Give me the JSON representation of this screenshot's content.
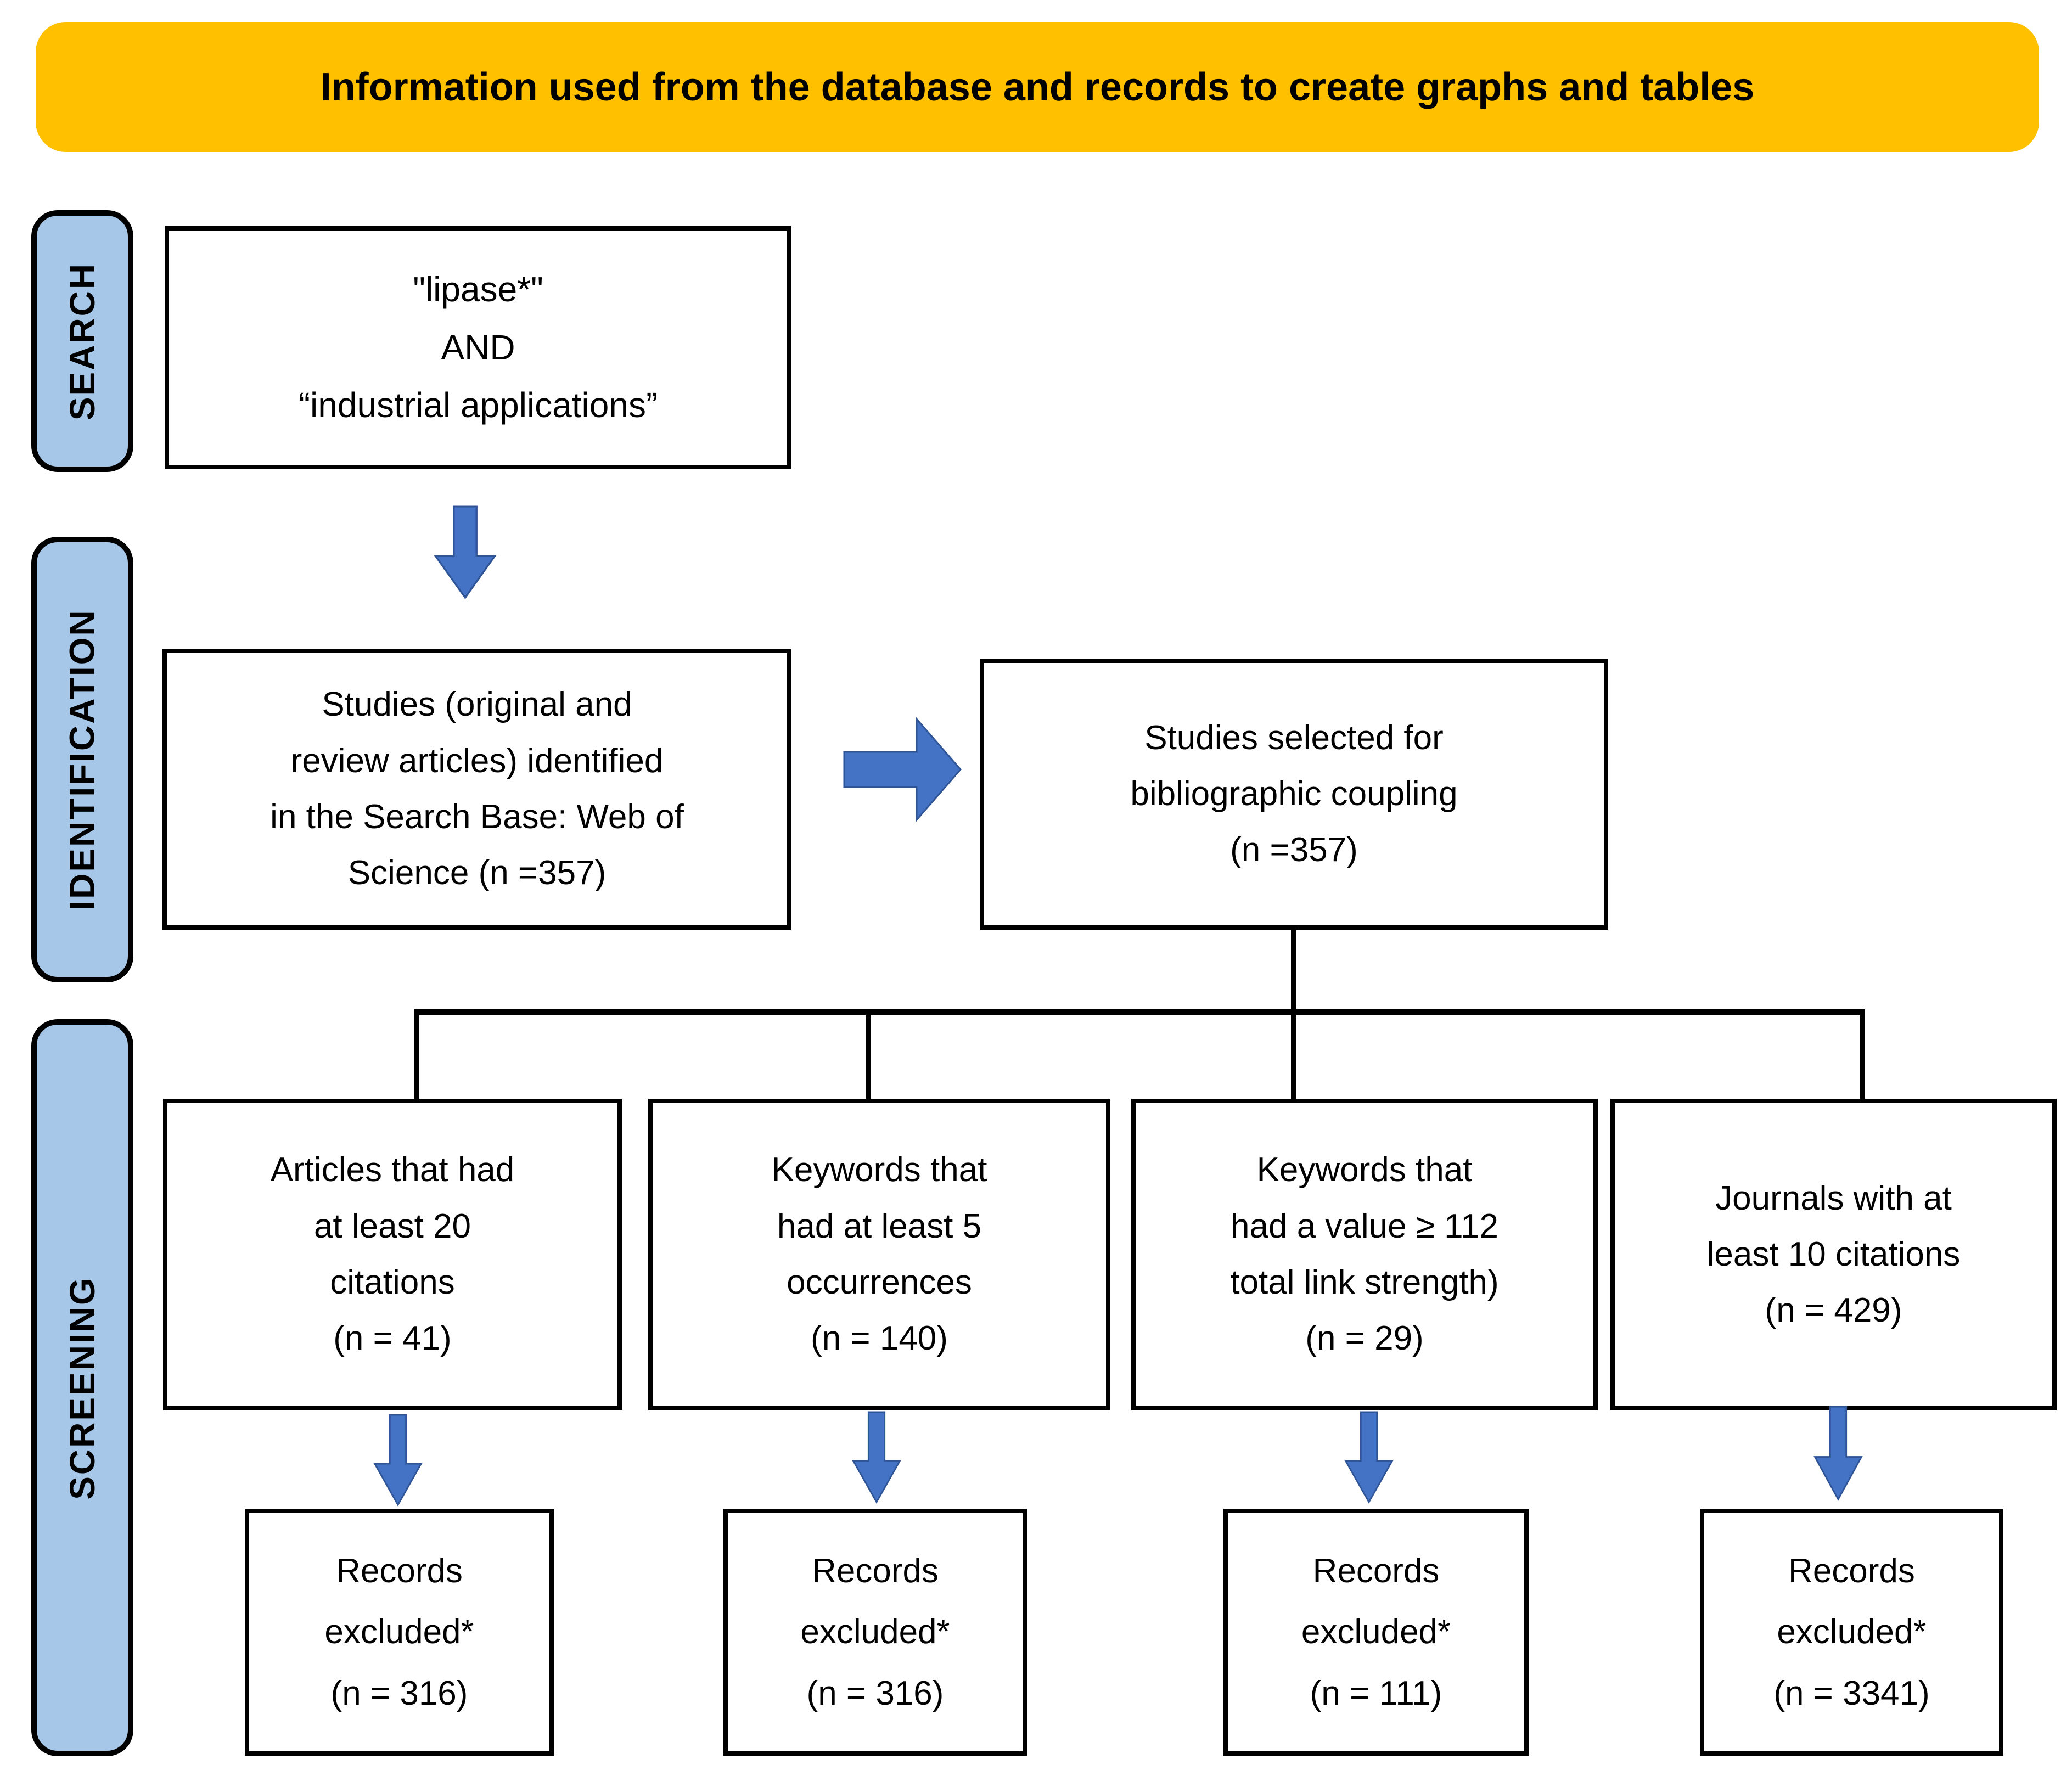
{
  "title": {
    "text": "Information used from the database and records to create graphs and tables"
  },
  "stages": [
    {
      "id": "search",
      "label": "SEARCH"
    },
    {
      "id": "identification",
      "label": "IDENTIFICATION"
    },
    {
      "id": "screening",
      "label": "SCREENING"
    }
  ],
  "flow": {
    "search_box": {
      "text": "\"lipase*\"\nAND\n“industrial applications”"
    },
    "identification": {
      "left_box": {
        "text": "Studies (original and\nreview articles) identified\nin the Search Base: Web of\nScience (n =357)"
      },
      "right_box": {
        "text": "Studies selected for\nbibliographic coupling\n(n =357)"
      }
    },
    "screening": {
      "criteria_boxes": [
        {
          "text": "Articles that had\nat least 20\ncitations\n(n = 41)"
        },
        {
          "text": "Keywords that\nhad at least 5\noccurrences\n(n = 140)"
        },
        {
          "text": "Keywords that\nhad a value ≥ 112\ntotal link strength)\n(n = 29)"
        },
        {
          "text": "Journals with at\nleast 10 citations\n(n = 429)"
        }
      ],
      "excluded_boxes": [
        {
          "text": "Records\nexcluded*\n(n = 316)"
        },
        {
          "text": "Records\nexcluded*\n(n = 316)"
        },
        {
          "text": "Records\nexcluded*\n(n = 111)"
        },
        {
          "text": "Records\nexcluded*\n(n = 3341)"
        }
      ]
    }
  },
  "colors": {
    "banner_bg": "#FFC000",
    "stage_pill_bg": "#A6C7E8",
    "arrow_fill": "#4472C4",
    "arrow_stroke": "#2F5597",
    "line": "#000000"
  }
}
